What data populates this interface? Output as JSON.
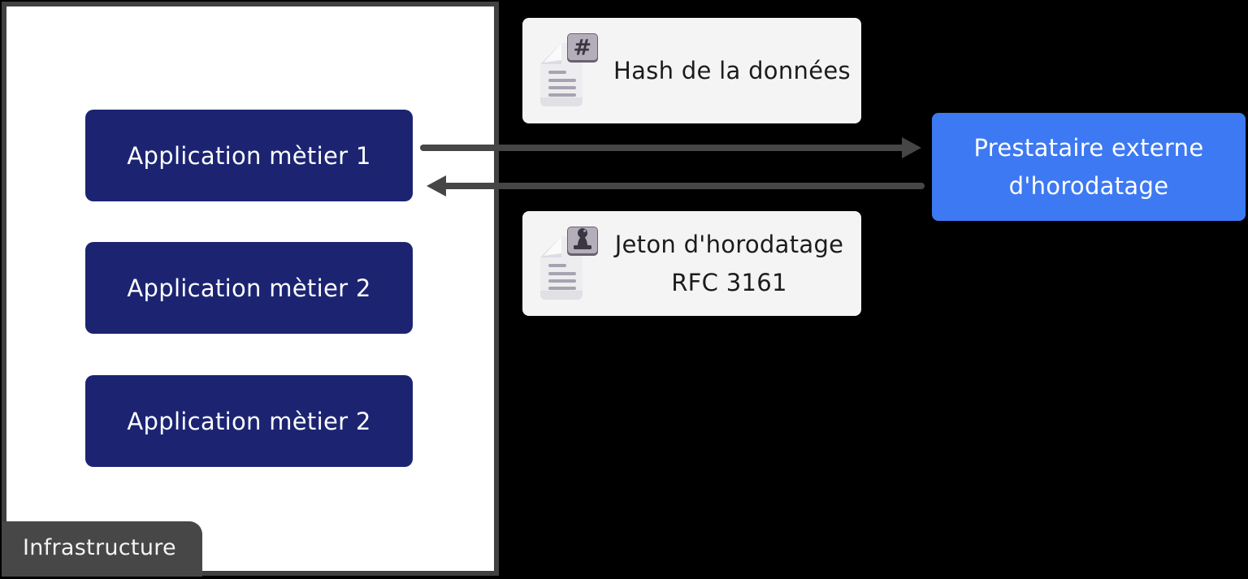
{
  "colors": {
    "background": "#000000",
    "navy_node": "#1c2472",
    "provider_blue": "#3d79f2",
    "card_background": "#f4f4f4",
    "container_border": "#414141",
    "label_background": "#474747",
    "arrow": "#464646",
    "dark_text": "#1c1c1c",
    "light_text": "#ffffff"
  },
  "infrastructure": {
    "label": "Infrastructure",
    "applications": [
      {
        "label": "Application mètier 1"
      },
      {
        "label": "Application mètier 2"
      },
      {
        "label": "Application mètier 2"
      }
    ]
  },
  "cards": {
    "hash": {
      "label": "Hash de la données",
      "icon": "hash-document-icon"
    },
    "token": {
      "line1": "Jeton d'horodatage",
      "line2": "RFC 3161",
      "icon": "stamp-document-icon"
    }
  },
  "provider": {
    "line1": "Prestataire externe",
    "line2": "d'horodatage"
  },
  "icons": {
    "hash_glyph": "#"
  },
  "arrows": [
    {
      "name": "to-provider",
      "direction": "right"
    },
    {
      "name": "from-provider",
      "direction": "left"
    }
  ]
}
